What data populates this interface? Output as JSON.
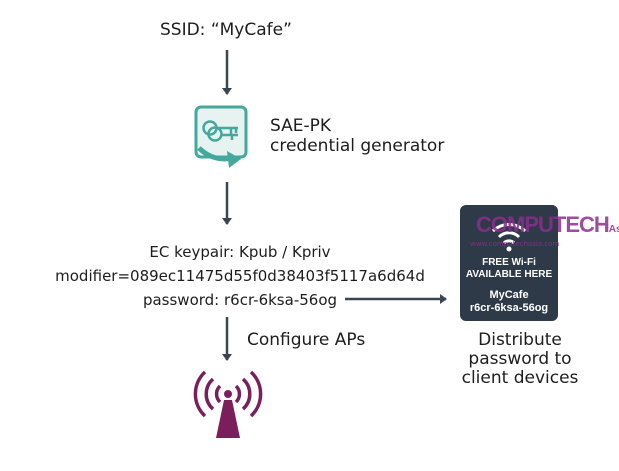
{
  "ssid_label": "SSID: “MyCafe”",
  "generator": {
    "line1": "SAE-PK",
    "line2": "credential generator",
    "icon": "key-icon"
  },
  "keypair": {
    "line1": "EC keypair: Kpub / Kpriv",
    "line2": "modifier=089ec11475d55f0d38403f5117a6d64d",
    "line3": "password: r6cr-6ksa-56og"
  },
  "configure_label": "Configure APs",
  "distribute": {
    "line1": "Distribute",
    "line2": "password to",
    "line3": "client devices"
  },
  "sign": {
    "line1": "FREE Wi-Fi",
    "line2": "AVAILABLE HERE",
    "ssid": "MyCafe",
    "password": "r6cr-6ksa-56og"
  },
  "watermark": {
    "brand": "COMPUTECH",
    "suffix": "Asia",
    "url": "www.computechasia.com"
  },
  "colors": {
    "text": "#1d1d1d",
    "arrow": "#3a4652",
    "teal": "#44a89c",
    "teal_light": "#e6f3f1",
    "purple": "#7a1f5c",
    "sign_bg": "#2e3a47"
  }
}
